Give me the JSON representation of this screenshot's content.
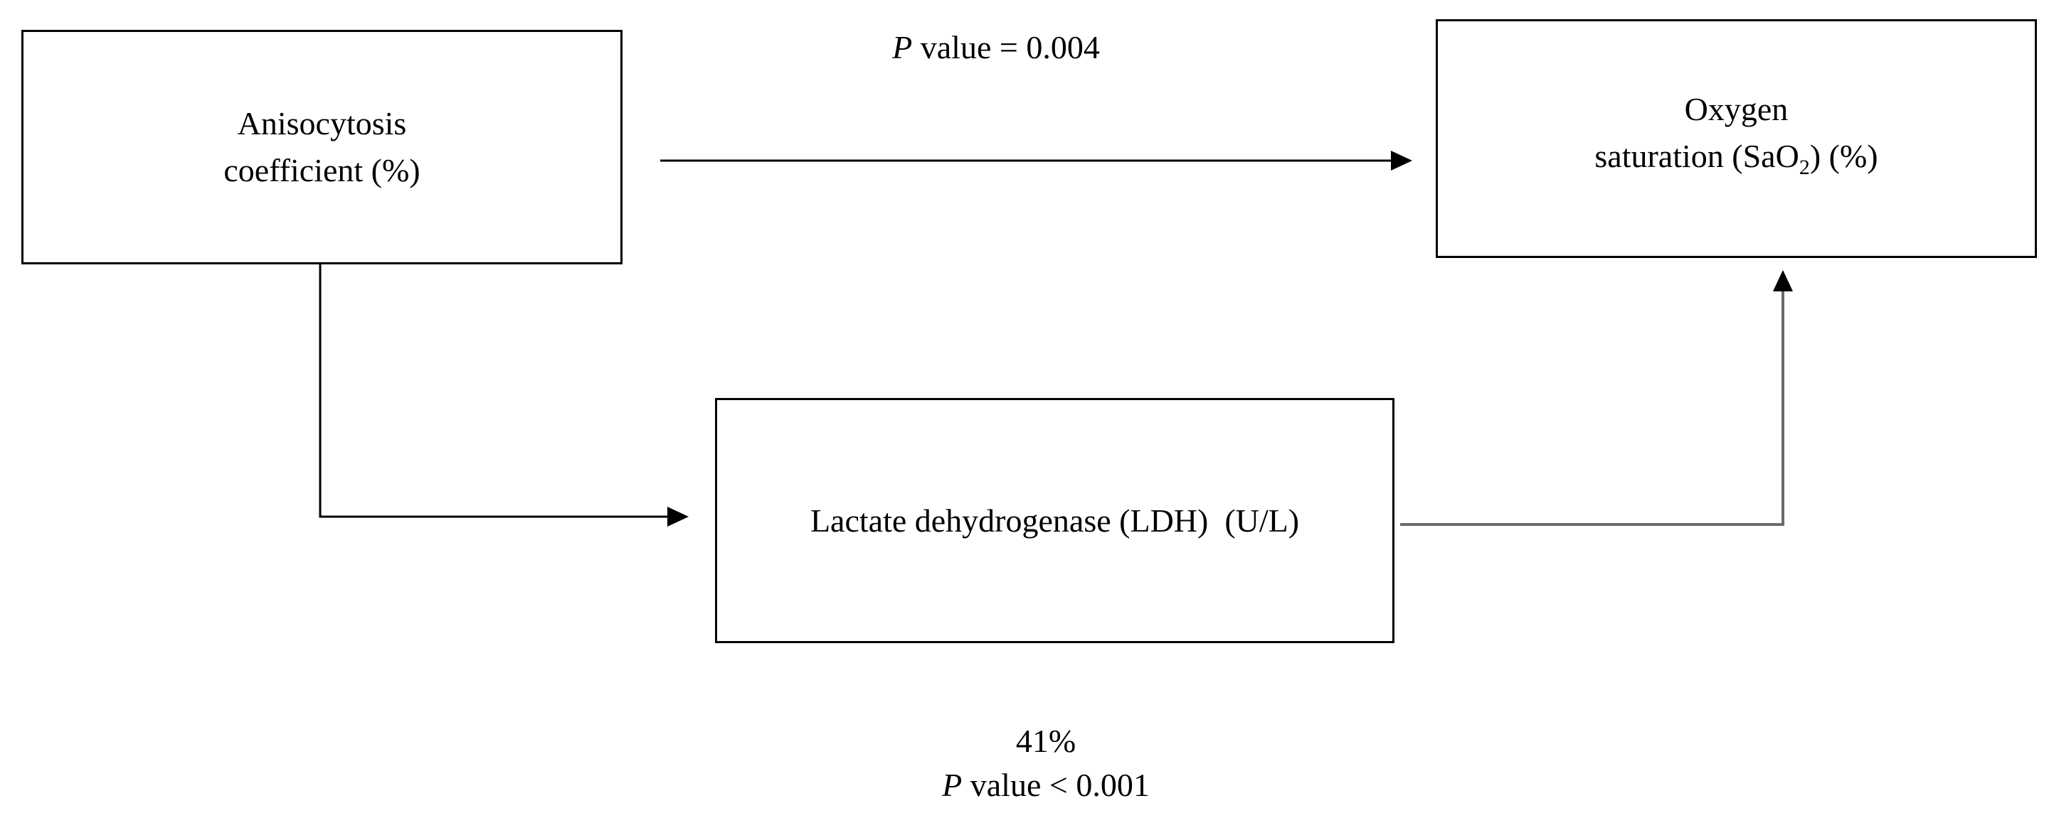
{
  "nodes": {
    "anisocytosis": {
      "line1": "Anisocytosis",
      "line2": "coefficient (%)"
    },
    "oxygen": {
      "line1": "Oxygen",
      "line2_prefix": "saturation (SaO",
      "line2_sub": "2",
      "line2_suffix": ") (%)"
    },
    "ldh": {
      "label": "Lactate dehydrogenase (LDH)  (U/L)"
    }
  },
  "annotations": {
    "direct": {
      "p_symbol": "P",
      "p_text": " value = 0.004"
    },
    "indirect": {
      "percent": "41%",
      "p_symbol": "P",
      "p_text": " value < 0.001"
    }
  },
  "edges": [
    {
      "from": "anisocytosis",
      "to": "oxygen"
    },
    {
      "from": "anisocytosis",
      "to": "ldh"
    },
    {
      "from": "ldh",
      "to": "oxygen"
    }
  ]
}
